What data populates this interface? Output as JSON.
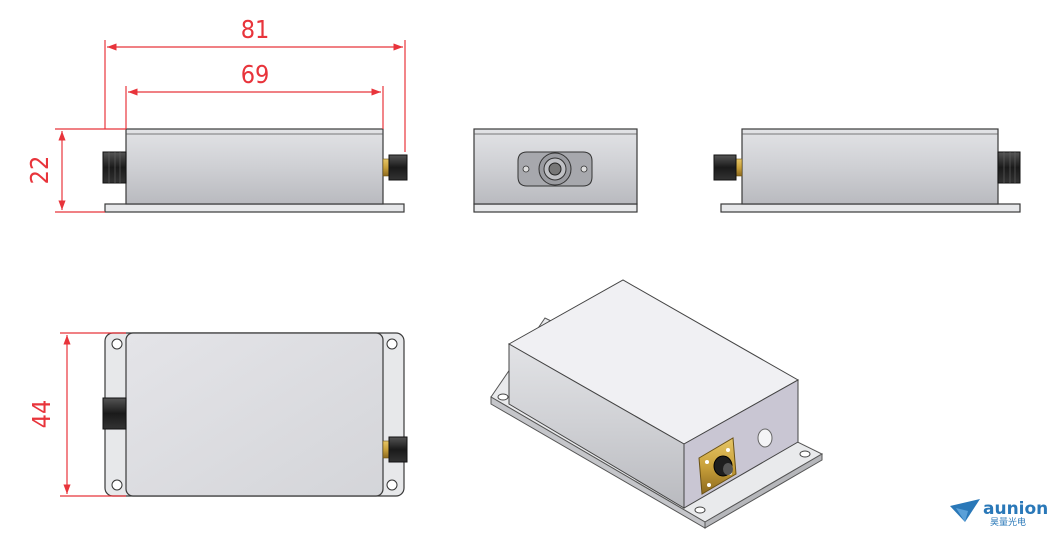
{
  "dimensions": {
    "overall_length": "81",
    "body_length": "69",
    "height": "22",
    "width": "44"
  },
  "logo": {
    "brand": "aunion",
    "subtitle": "昊量光电"
  },
  "colors": {
    "dimension": "#e8343b",
    "body_fill": "#cfd0d4",
    "base_fill": "#e7e8ea",
    "connector_brass": "#c9a13b",
    "logo_blue": "#2a78b8"
  },
  "icons": {
    "logo_mark": "paper-plane-icon"
  }
}
